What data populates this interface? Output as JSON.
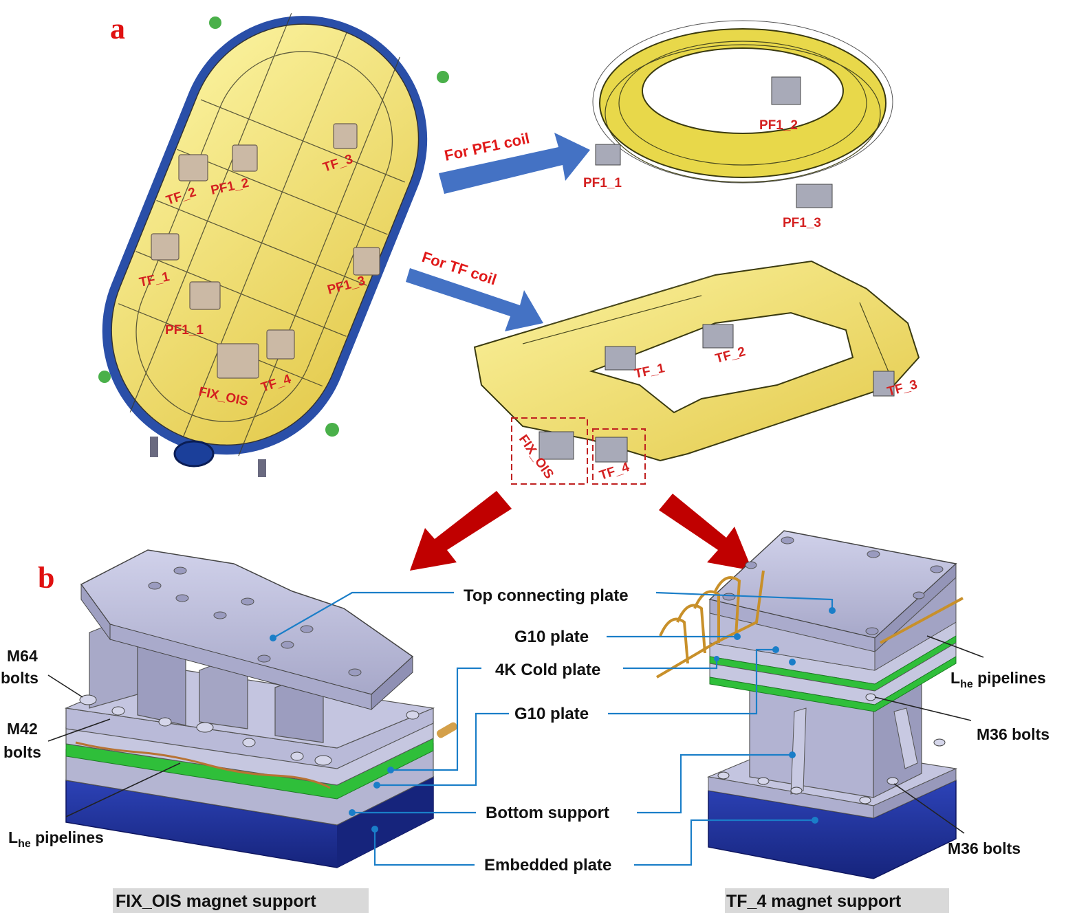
{
  "panels": {
    "a": "a",
    "b": "b"
  },
  "arrows": {
    "pf1": "For PF1 coil",
    "tf": "For TF coil"
  },
  "cryostat_labels": {
    "tf3": "TF_3",
    "tf2": "TF_2",
    "pf1_2": "PF1_2",
    "tf1": "TF_1",
    "pf1_3": "PF1_3",
    "pf1_1": "PF1_1",
    "tf4": "TF_4",
    "fix_ois": "FIX_OIS"
  },
  "pf1_ring_labels": {
    "pf1_1": "PF1_1",
    "pf1_2": "PF1_2",
    "pf1_3": "PF1_3"
  },
  "tf_frame_labels": {
    "tf1": "TF_1",
    "tf2": "TF_2",
    "tf3": "TF_3",
    "fix_ois": "FIX_OIS",
    "tf4": "TF_4"
  },
  "callouts": {
    "top_connecting_plate": "Top connecting plate",
    "g10_plate_upper": "G10 plate",
    "cold_plate": "4K Cold plate",
    "g10_plate_lower": "G10 plate",
    "bottom_support": "Bottom support",
    "embedded_plate": "Embedded plate"
  },
  "left_bolts": {
    "m64": [
      "M64",
      "bolts"
    ],
    "m42": [
      "M42",
      "bolts"
    ],
    "lhe_main": "L",
    "lhe_sub": "he",
    "lhe_rest": " pipelines"
  },
  "right_bolts": {
    "lhe_main": "L",
    "lhe_sub": "he",
    "lhe_rest": " pipelines",
    "m36_upper": "M36 bolts",
    "m36_lower": "M36 bolts"
  },
  "captions": {
    "left": "FIX_OIS magnet support",
    "right": "TF_4 magnet support"
  },
  "colors": {
    "yellow": "#f0e060",
    "blue_vessel": "#2a4fa8",
    "steel": "#b9bad8",
    "green_plate": "#2fbf3a",
    "embedded_blue": "#1e30a0",
    "leader": "#1a7ec8",
    "arrow_blue": "#4472c4",
    "arrow_red": "#c00000"
  }
}
